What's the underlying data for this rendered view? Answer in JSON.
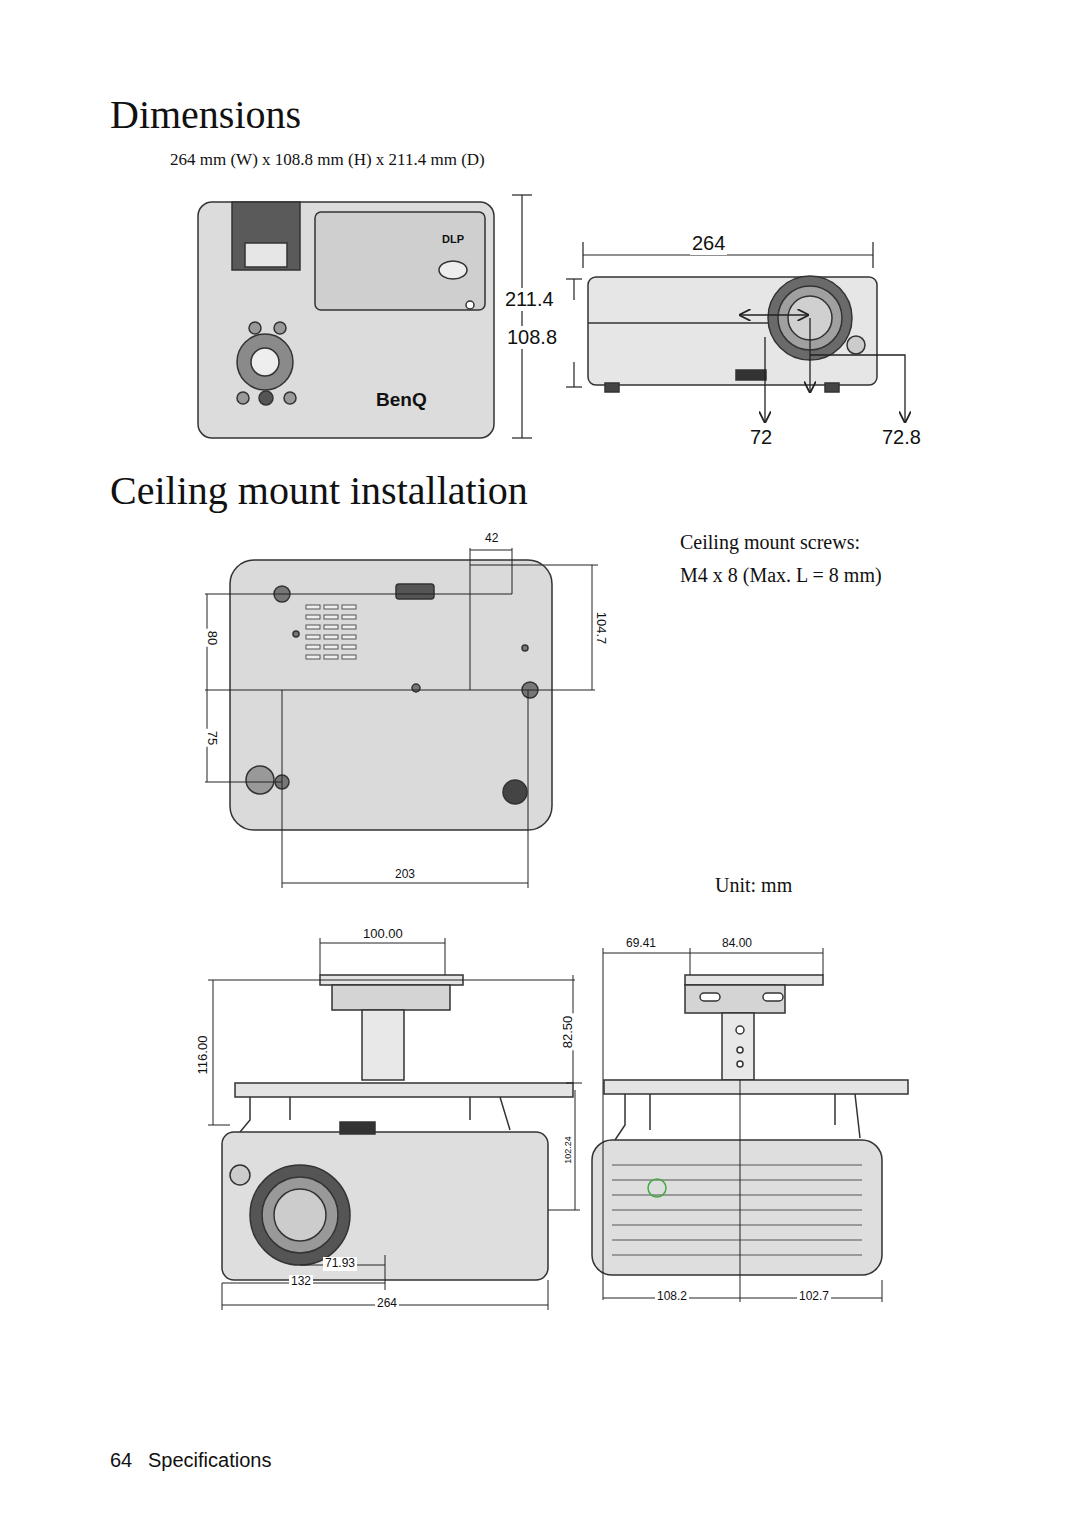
{
  "diagram": {
    "title": "Dimensions",
    "labels": [
      "264 mm (W) x 108.8 mm (H) x 211.4 mm (D)",
      "DLP",
      "BenQ",
      "264",
      "211.4",
      "108.8",
      "72",
      "72.8",
      "Ceiling mount installation",
      "42",
      "104.7",
      "80",
      "75",
      "203",
      "Ceiling mount screws:",
      "M4 x 8 (Max. L = 8 mm)",
      "Unit: mm",
      "100.00",
      "116.00",
      "82.50",
      "102.24",
      "71.93",
      "132",
      "264",
      "69.41",
      "84.00",
      "108.2",
      "102.7",
      "64",
      "Specifications"
    ]
  }
}
